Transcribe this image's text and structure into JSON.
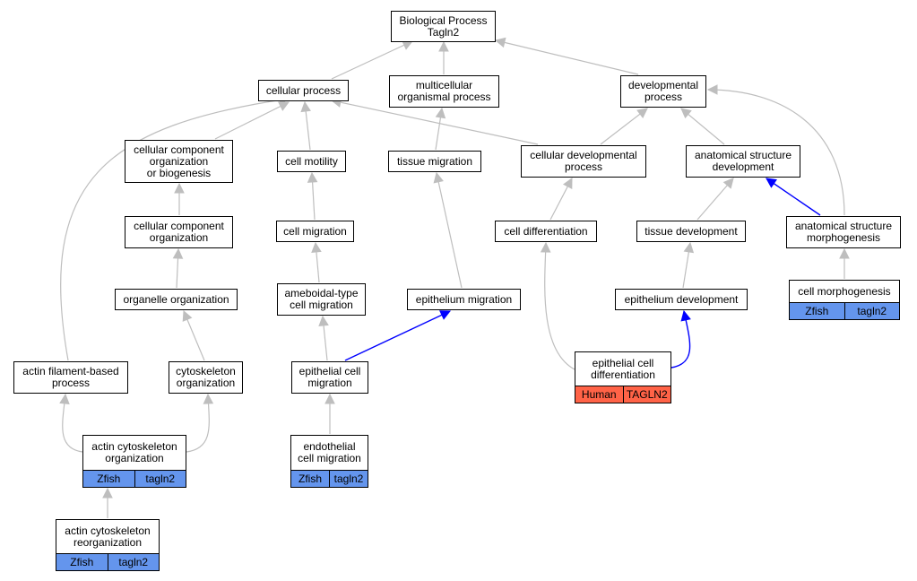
{
  "colors": {
    "edge_default": "#bebebe",
    "edge_highlight": "#0000ff",
    "zfish_annotation": "#6495ed",
    "human_annotation": "#ff6347"
  },
  "nodes": {
    "root": {
      "label": "Biological Process\nTagln2"
    },
    "cellular_process": {
      "label": "cellular process"
    },
    "multicellular_organismal_process": {
      "label": "multicellular\norganismal process"
    },
    "developmental_process": {
      "label": "developmental\nprocess"
    },
    "cellular_component_organization_or_biogenesis": {
      "label": "cellular component\norganization\nor biogenesis"
    },
    "cell_motility": {
      "label": "cell motility"
    },
    "tissue_migration": {
      "label": "tissue migration"
    },
    "cellular_developmental_process": {
      "label": "cellular developmental\nprocess"
    },
    "anatomical_structure_development": {
      "label": "anatomical structure\ndevelopment"
    },
    "cellular_component_organization": {
      "label": "cellular component\norganization"
    },
    "cell_migration": {
      "label": "cell migration"
    },
    "cell_differentiation": {
      "label": "cell differentiation"
    },
    "tissue_development": {
      "label": "tissue development"
    },
    "anatomical_structure_morphogenesis": {
      "label": "anatomical structure\nmorphogenesis"
    },
    "organelle_organization": {
      "label": "organelle organization"
    },
    "ameboidal_type_cell_migration": {
      "label": "ameboidal-type\ncell migration"
    },
    "epithelium_migration": {
      "label": "epithelium migration"
    },
    "epithelium_development": {
      "label": "epithelium development"
    },
    "cell_morphogenesis": {
      "label": "cell morphogenesis",
      "annotation": {
        "species": "Zfish",
        "gene": "tagln2"
      }
    },
    "actin_filament_based_process": {
      "label": "actin filament-based\nprocess"
    },
    "cytoskeleton_organization": {
      "label": "cytoskeleton\norganization"
    },
    "epithelial_cell_migration": {
      "label": "epithelial cell\nmigration"
    },
    "epithelial_cell_differentiation": {
      "label": "epithelial cell\ndifferentiation",
      "annotation": {
        "species": "Human",
        "gene": "TAGLN2"
      }
    },
    "actin_cytoskeleton_organization": {
      "label": "actin cytoskeleton\norganization",
      "annotation": {
        "species": "Zfish",
        "gene": "tagln2"
      }
    },
    "endothelial_cell_migration": {
      "label": "endothelial\ncell migration",
      "annotation": {
        "species": "Zfish",
        "gene": "tagln2"
      }
    },
    "actin_cytoskeleton_reorganization": {
      "label": "actin cytoskeleton\nreorganization",
      "annotation": {
        "species": "Zfish",
        "gene": "tagln2"
      }
    }
  },
  "edges": [
    {
      "from": "cellular_process",
      "to": "root",
      "highlight": false
    },
    {
      "from": "multicellular_organismal_process",
      "to": "root",
      "highlight": false
    },
    {
      "from": "developmental_process",
      "to": "root",
      "highlight": false
    },
    {
      "from": "cellular_component_organization_or_biogenesis",
      "to": "cellular_process",
      "highlight": false
    },
    {
      "from": "cell_motility",
      "to": "cellular_process",
      "highlight": false
    },
    {
      "from": "cellular_developmental_process",
      "to": "cellular_process",
      "highlight": false
    },
    {
      "from": "actin_filament_based_process",
      "to": "cellular_process",
      "highlight": false
    },
    {
      "from": "tissue_migration",
      "to": "multicellular_organismal_process",
      "highlight": false
    },
    {
      "from": "cellular_developmental_process",
      "to": "developmental_process",
      "highlight": false
    },
    {
      "from": "anatomical_structure_development",
      "to": "developmental_process",
      "highlight": false
    },
    {
      "from": "anatomical_structure_morphogenesis",
      "to": "developmental_process",
      "highlight": false
    },
    {
      "from": "cellular_component_organization",
      "to": "cellular_component_organization_or_biogenesis",
      "highlight": false
    },
    {
      "from": "organelle_organization",
      "to": "cellular_component_organization",
      "highlight": false
    },
    {
      "from": "cytoskeleton_organization",
      "to": "organelle_organization",
      "highlight": false
    },
    {
      "from": "cell_migration",
      "to": "cell_motility",
      "highlight": false
    },
    {
      "from": "ameboidal_type_cell_migration",
      "to": "cell_migration",
      "highlight": false
    },
    {
      "from": "epithelial_cell_migration",
      "to": "ameboidal_type_cell_migration",
      "highlight": false
    },
    {
      "from": "epithelium_migration",
      "to": "tissue_migration",
      "highlight": false
    },
    {
      "from": "epithelial_cell_migration",
      "to": "epithelium_migration",
      "highlight": true
    },
    {
      "from": "endothelial_cell_migration",
      "to": "epithelial_cell_migration",
      "highlight": false
    },
    {
      "from": "cell_differentiation",
      "to": "cellular_developmental_process",
      "highlight": false
    },
    {
      "from": "epithelial_cell_differentiation",
      "to": "cell_differentiation",
      "highlight": false
    },
    {
      "from": "tissue_development",
      "to": "anatomical_structure_development",
      "highlight": false
    },
    {
      "from": "anatomical_structure_morphogenesis",
      "to": "anatomical_structure_development",
      "highlight": true
    },
    {
      "from": "epithelium_development",
      "to": "tissue_development",
      "highlight": false
    },
    {
      "from": "epithelial_cell_differentiation",
      "to": "epithelium_development",
      "highlight": true
    },
    {
      "from": "cell_morphogenesis",
      "to": "anatomical_structure_morphogenesis",
      "highlight": false
    },
    {
      "from": "actin_cytoskeleton_organization",
      "to": "actin_filament_based_process",
      "highlight": false
    },
    {
      "from": "actin_cytoskeleton_organization",
      "to": "cytoskeleton_organization",
      "highlight": false
    },
    {
      "from": "actin_cytoskeleton_reorganization",
      "to": "actin_cytoskeleton_organization",
      "highlight": false
    }
  ]
}
